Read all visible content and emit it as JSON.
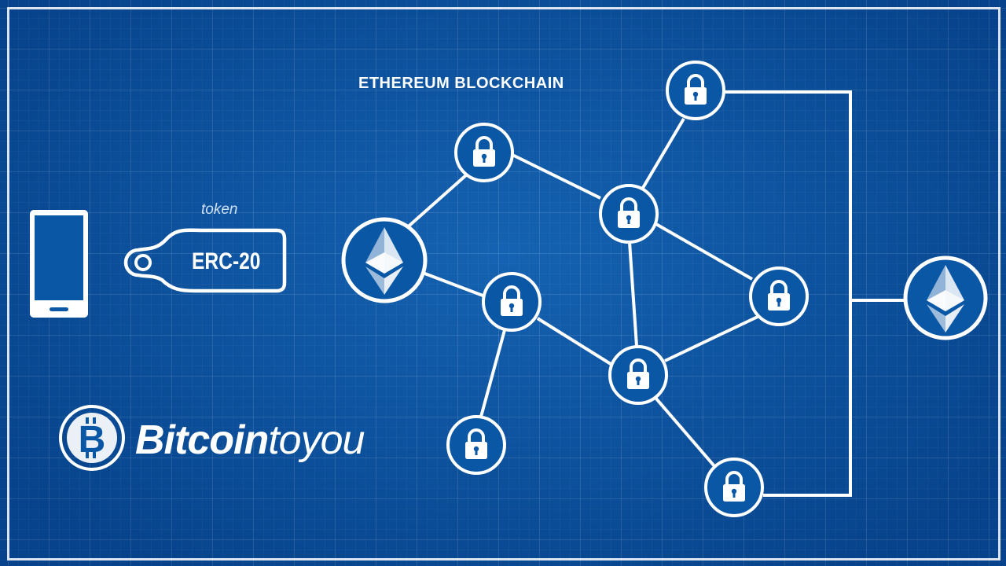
{
  "diagram": {
    "title": "ETHEREUM BLOCKCHAIN",
    "token_caption": "token",
    "token_label": "ERC-20",
    "brand_bold": "Bitcoin",
    "brand_light": "toyou",
    "nodes": [
      {
        "id": "eth-left",
        "kind": "ethereum"
      },
      {
        "id": "lock-1",
        "kind": "lock"
      },
      {
        "id": "lock-2",
        "kind": "lock"
      },
      {
        "id": "lock-3",
        "kind": "lock"
      },
      {
        "id": "lock-4",
        "kind": "lock"
      },
      {
        "id": "lock-5",
        "kind": "lock"
      },
      {
        "id": "lock-6",
        "kind": "lock"
      },
      {
        "id": "lock-7",
        "kind": "lock"
      },
      {
        "id": "lock-8",
        "kind": "lock"
      },
      {
        "id": "eth-right",
        "kind": "ethereum"
      }
    ],
    "edges": [
      [
        "eth-left",
        "lock-1"
      ],
      [
        "eth-left",
        "lock-3"
      ],
      [
        "lock-1",
        "lock-2"
      ],
      [
        "lock-2",
        "lock-8"
      ],
      [
        "lock-2",
        "lock-4"
      ],
      [
        "lock-2",
        "lock-5"
      ],
      [
        "lock-3",
        "lock-5"
      ],
      [
        "lock-3",
        "lock-6"
      ],
      [
        "lock-5",
        "lock-4"
      ],
      [
        "lock-5",
        "lock-7"
      ],
      [
        "lock-8",
        "eth-right"
      ],
      [
        "lock-7",
        "eth-right"
      ]
    ],
    "icons": [
      "phone-icon",
      "tag-icon",
      "lock-icon",
      "ethereum-icon",
      "bitcoin-icon"
    ],
    "colors": {
      "background": "#0a57a6",
      "line": "#ffffff"
    }
  }
}
